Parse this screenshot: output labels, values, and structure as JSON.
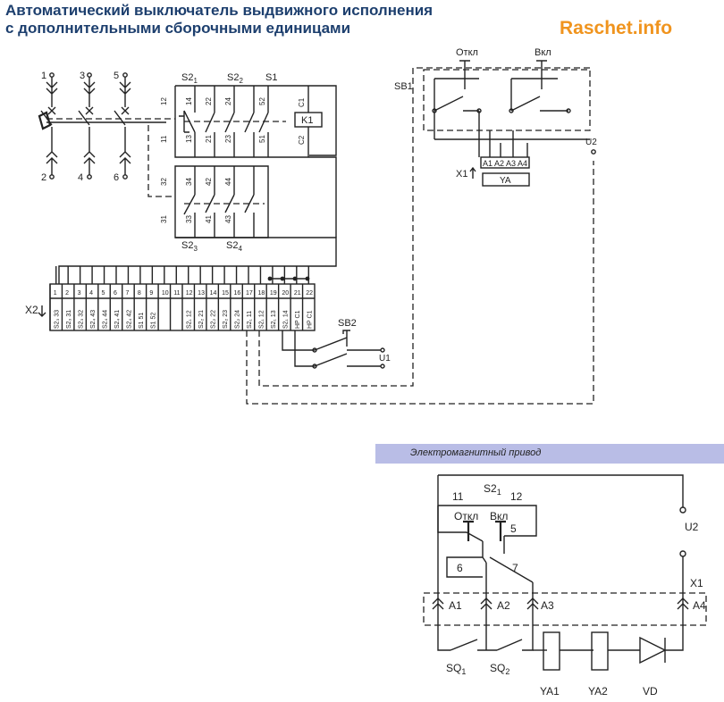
{
  "header": {
    "title_line1": "Автоматический выключатель выдвижного исполнения",
    "title_line2": "с дополнительными сборочными единицами",
    "brand": "Raschet.info"
  },
  "colors": {
    "title": "#1d3f6e",
    "brand": "#f0941e",
    "banner": "#b9bde6",
    "line": "#222222"
  },
  "main_circuit": {
    "top_terminals": [
      "1",
      "3",
      "5"
    ],
    "bottom_terminals": [
      "2",
      "4",
      "6"
    ]
  },
  "switches_upper": {
    "labels": [
      {
        "base": "S2",
        "sub": "1"
      },
      {
        "base": "S2",
        "sub": "2"
      },
      {
        "base": "S1",
        "sub": ""
      }
    ],
    "top_numbers": [
      "12",
      "14",
      "22",
      "24",
      "52"
    ],
    "bottom_numbers": [
      "11",
      "13",
      "21",
      "23",
      "51"
    ],
    "relay": "K1",
    "coil_top": "C1",
    "coil_bottom": "C2"
  },
  "switches_lower": {
    "top_numbers": [
      "32",
      "34",
      "42",
      "44"
    ],
    "bottom_numbers": [
      "31",
      "33",
      "41",
      "43"
    ],
    "labels": [
      {
        "base": "S2",
        "sub": "3"
      },
      {
        "base": "S2",
        "sub": "4"
      }
    ]
  },
  "terminal_block": {
    "label": "X2",
    "numbers": [
      "1",
      "2",
      "3",
      "4",
      "5",
      "6",
      "7",
      "8",
      "9",
      "10",
      "11",
      "12",
      "13",
      "14",
      "15",
      "16",
      "17",
      "18",
      "19",
      "20",
      "21",
      "22"
    ],
    "bottom_labels": [
      "S2₃ 33",
      "S2₃ 31",
      "S2₃ 32",
      "S2₄ 43",
      "S2₄ 44",
      "S2₄ 41",
      "S2₄ 42",
      "S1 51",
      "S1 52",
      "",
      "",
      "S2₁ 12",
      "S2₂ 21",
      "S2₂ 22",
      "S2₂ 23",
      "S2₂ 24",
      "S2₁ 11",
      "S2₁ 12",
      "S2₁ 13",
      "S2₁ 14",
      "HP C1",
      "HP C1"
    ]
  },
  "sb2": {
    "label": "SB2",
    "u1": "U1"
  },
  "top_right": {
    "sb1": "SB1",
    "off": "Откл",
    "on": "Вкл",
    "u2": "U2",
    "x1": "X1",
    "terminals": [
      "A1",
      "A2",
      "A3",
      "A4"
    ],
    "ya": "YA"
  },
  "drive": {
    "banner": "Электромагнитный привод",
    "s21_base": "S2",
    "s21_sub": "1",
    "n11": "11",
    "n12": "12",
    "off": "Откл",
    "on": "Вкл",
    "n5": "5",
    "n6": "6",
    "n7": "7",
    "u2": "U2",
    "x1": "X1",
    "terminals": [
      "A1",
      "A2",
      "A3",
      "A4"
    ],
    "sq1_base": "SQ",
    "sq1_sub": "1",
    "sq2_base": "SQ",
    "sq2_sub": "2",
    "ya1": "YA1",
    "ya2": "YA2",
    "vd": "VD"
  }
}
